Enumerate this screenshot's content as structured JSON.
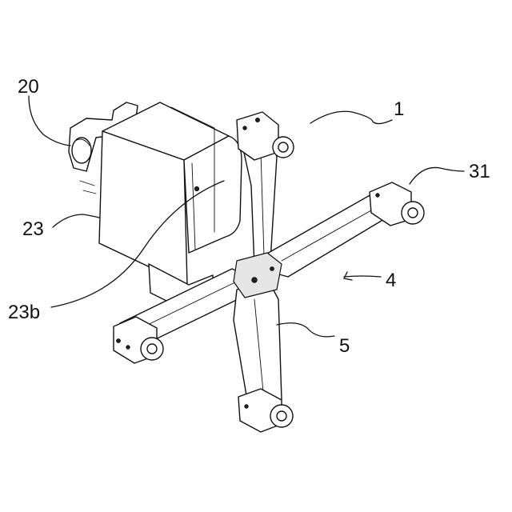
{
  "labels": {
    "ref_20": "20",
    "ref_1": "1",
    "ref_31": "31",
    "ref_23": "23",
    "ref_4": "4",
    "ref_23b": "23b",
    "ref_5": "5"
  }
}
